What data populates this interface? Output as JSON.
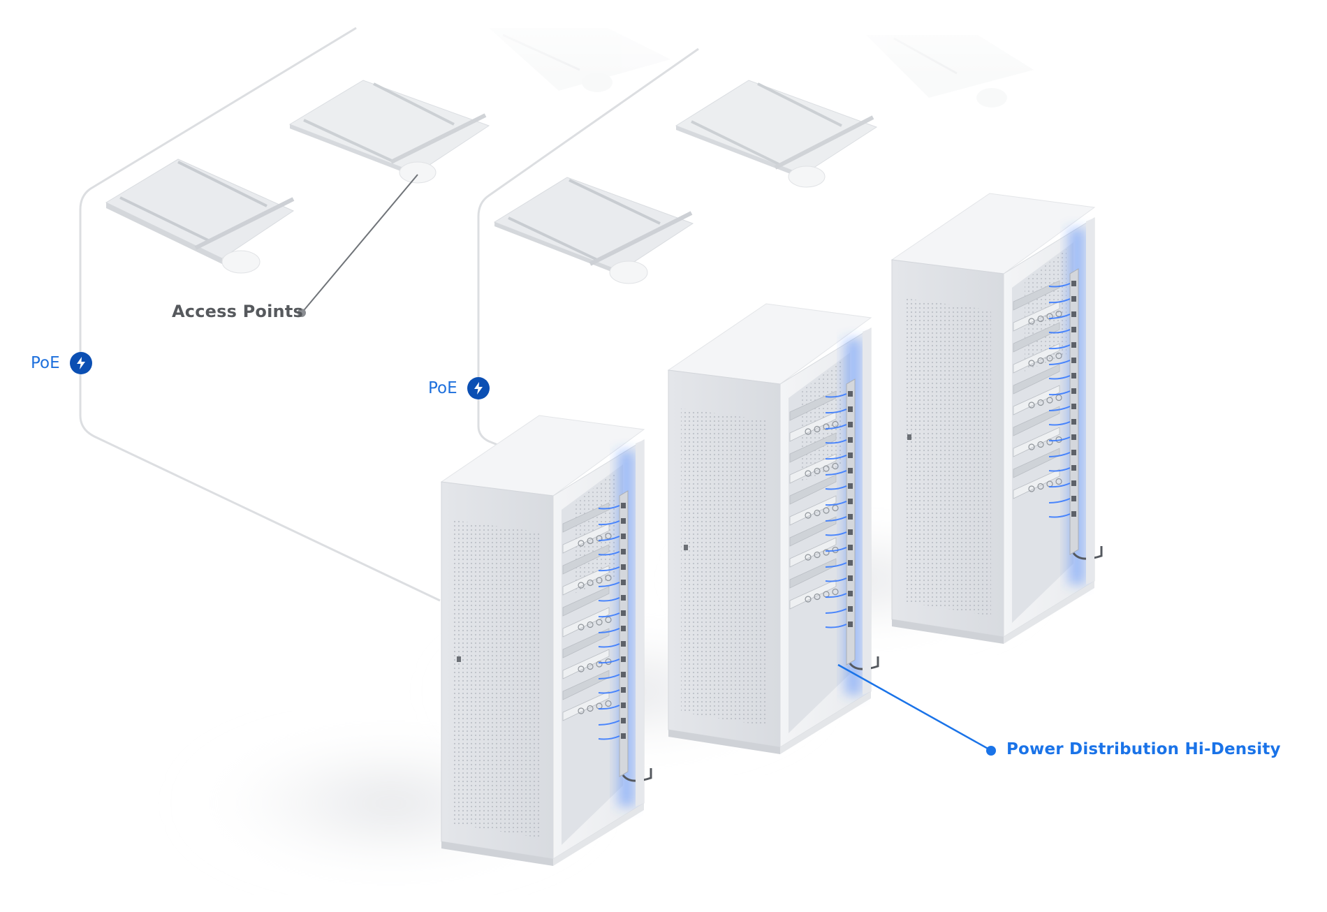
{
  "diagram": {
    "title": "Rack power and PoE network illustration",
    "colors": {
      "accent_blue": "#1a73e8",
      "poe_icon_bg": "#0b4fb3",
      "poe_text": "#1d6fdc",
      "label_gray": "#56595d",
      "cable_gray": "#d9dbde",
      "rack_body": "#eceef1",
      "glow_blue": "#3b7bff"
    },
    "callouts": {
      "access_points": "Access Points",
      "power_distribution": "Power Distribution Hi-Density"
    },
    "poe_badges": [
      {
        "label": "PoE",
        "icon": "lightning-bolt-icon"
      },
      {
        "label": "PoE",
        "icon": "lightning-bolt-icon"
      }
    ],
    "objects": {
      "access_points": 4,
      "faded_access_points": 2,
      "racks": 3
    }
  }
}
